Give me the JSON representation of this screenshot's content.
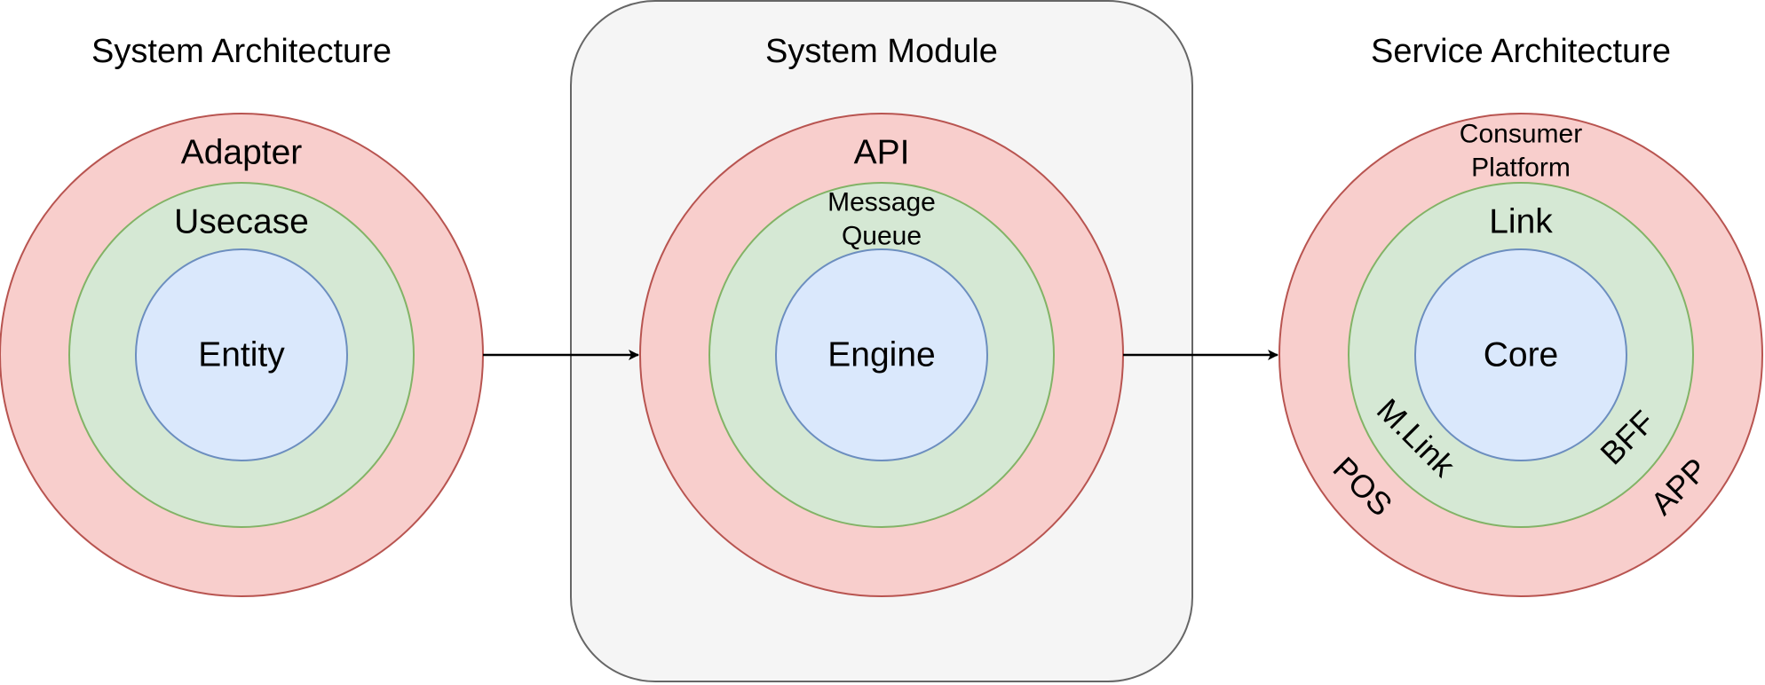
{
  "colors": {
    "outer_fill": "#f8cecc",
    "outer_stroke": "#b85450",
    "middle_fill": "#d5e8d4",
    "middle_stroke": "#82b366",
    "inner_fill": "#dae8fc",
    "inner_stroke": "#6c8ebf",
    "module_fill": "#f5f5f5",
    "module_stroke": "#666666",
    "arrow": "#000000"
  },
  "system_architecture": {
    "title": "System Architecture",
    "outer": "Adapter",
    "middle": "Usecase",
    "inner": "Entity"
  },
  "system_module": {
    "title": "System Module",
    "outer": "API",
    "middle_line1": "Message",
    "middle_line2": "Queue",
    "inner": "Engine"
  },
  "service_architecture": {
    "title": "Service Architecture",
    "outer_line1": "Consumer",
    "outer_line2": "Platform",
    "middle": "Link",
    "inner": "Core",
    "outer_left": "POS",
    "outer_right": "APP",
    "middle_left": "M.Link",
    "middle_right": "BFF"
  },
  "connections": [
    {
      "from": "system_architecture",
      "to": "system_module"
    },
    {
      "from": "system_module",
      "to": "service_architecture"
    }
  ]
}
